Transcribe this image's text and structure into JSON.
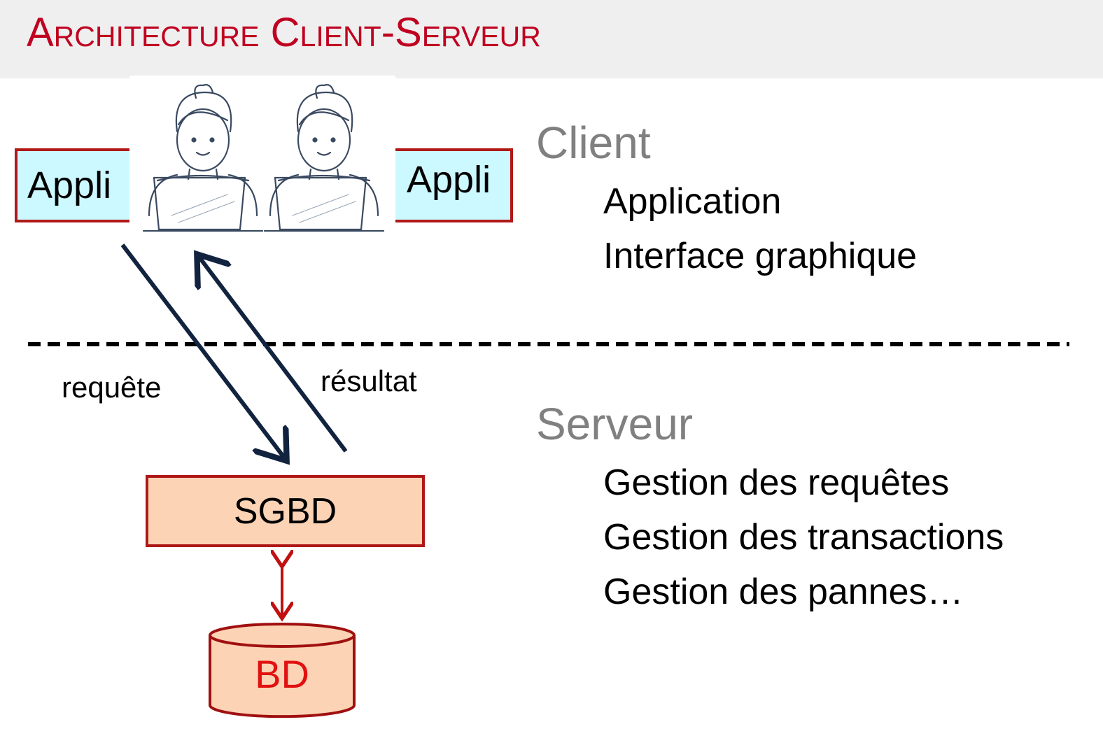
{
  "slide": {
    "title": "Architecture Client-Serveur"
  },
  "client": {
    "appli_left": "Appli",
    "appli_right": "Appli",
    "title": "Client",
    "lines": [
      "Application",
      "Interface graphique"
    ]
  },
  "arrows": {
    "request_label": "requête",
    "result_label": "résultat"
  },
  "server": {
    "title": "Serveur",
    "lines": [
      "Gestion des requêtes",
      "Gestion des transactions",
      "Gestion des pannes…"
    ],
    "dbms_label": "SGBD",
    "db_label": "BD"
  },
  "colors": {
    "title_red": "#c00020",
    "box_border": "#b01818",
    "appli_fill": "#ccf8ff",
    "dbms_fill": "#fcd3b5",
    "arrow_navy": "#12233f",
    "db_arrow_red": "#c01010"
  }
}
